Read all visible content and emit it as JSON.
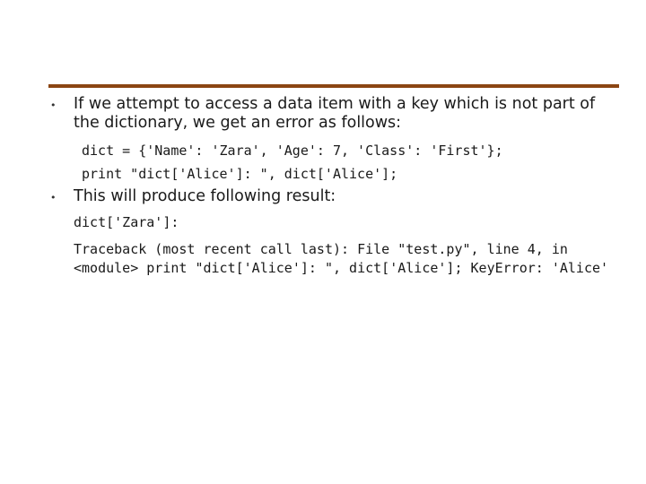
{
  "slide": {
    "bullets": [
      {
        "text": "If we attempt to access a data item with a key which is not part of the dictionary, we get an error as follows:"
      },
      {
        "text": "This will produce following result:"
      }
    ],
    "code_lines": [
      "dict = {'Name': 'Zara', 'Age': 7, 'Class': 'First'};",
      "print \"dict['Alice']: \", dict['Alice'];"
    ],
    "result_label": "dict['Zara']:",
    "traceback": "Traceback (most recent call last): File \"test.py\", line 4, in <module> print \"dict['Alice']: \", dict['Alice']; KeyError: 'Alice'"
  },
  "colors": {
    "rule": "#8b4513"
  }
}
